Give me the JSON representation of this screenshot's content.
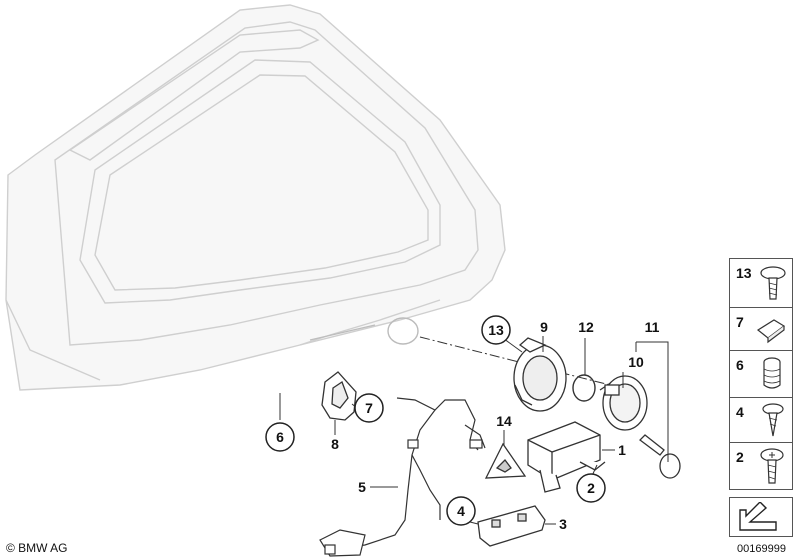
{
  "copyright": "© BMW AG",
  "diagram_id": "00169999",
  "callouts_circled": [
    {
      "label": "13"
    },
    {
      "label": "7"
    },
    {
      "label": "6"
    },
    {
      "label": "2"
    },
    {
      "label": "4"
    }
  ],
  "callouts_plain": [
    {
      "label": "9"
    },
    {
      "label": "12"
    },
    {
      "label": "11"
    },
    {
      "label": "10"
    },
    {
      "label": "14"
    },
    {
      "label": "1"
    },
    {
      "label": "8"
    },
    {
      "label": "5"
    },
    {
      "label": "3"
    }
  ],
  "side_panel": [
    {
      "label": "13"
    },
    {
      "label": "7"
    },
    {
      "label": "6"
    },
    {
      "label": "4"
    },
    {
      "label": "2"
    }
  ]
}
